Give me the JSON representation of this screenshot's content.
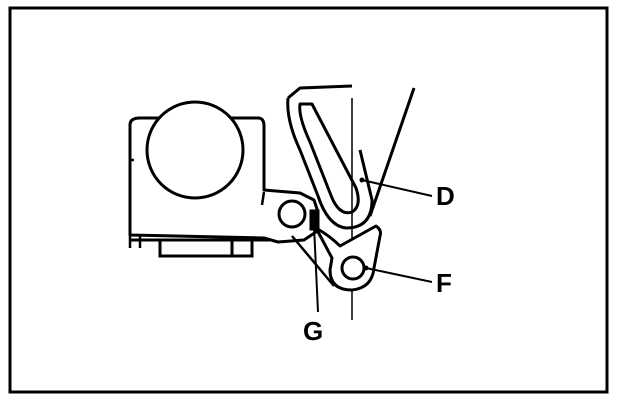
{
  "figure": {
    "stroke_color": "#000000",
    "background_color": "#ffffff",
    "labels": {
      "d": "D",
      "f": "F",
      "g": "G"
    }
  }
}
